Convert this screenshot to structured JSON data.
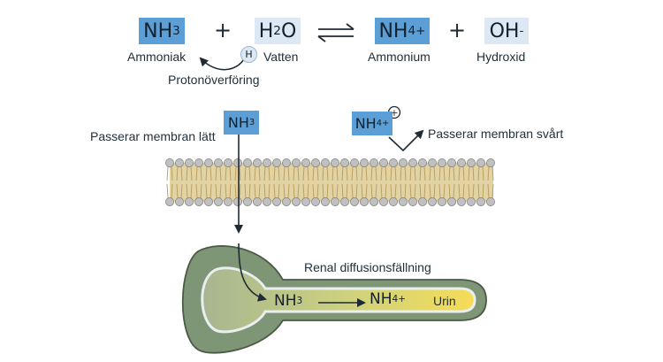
{
  "equation": {
    "reactant1": {
      "formula": "NH",
      "sub": "3",
      "label": "Ammoniak"
    },
    "plus1": "+",
    "reactant2": {
      "formula_a": "H",
      "sub": "2",
      "formula_b": "O",
      "label": "Vatten",
      "proton": "H"
    },
    "reactant2_color": "#dce9f4",
    "product1": {
      "formula": "NH",
      "sub": "4",
      "sup": "+",
      "label": "Ammonium"
    },
    "plus2": "+",
    "product2": {
      "formula": "OH",
      "sup": "-",
      "label": "Hydroxid"
    },
    "proton_transfer_label": "Protonöverföring"
  },
  "membrane": {
    "nh3": {
      "formula": "NH",
      "sub": "3",
      "note": "Passerar membran lätt"
    },
    "nh4": {
      "formula": "NH",
      "sub": "4",
      "sup": "+",
      "charge": "+",
      "note": "Passerar membran svårt"
    }
  },
  "tubule": {
    "title": "Renal diffusionsfällning",
    "nh3": {
      "formula": "NH",
      "sub": "3"
    },
    "nh4": {
      "formula": "NH",
      "sub": "4",
      "sup": "+"
    },
    "urine": "Urin"
  },
  "colors": {
    "chip_blue": "#5c9fd6",
    "chip_light": "#dce9f4",
    "membrane_head": "#c0c0c0",
    "membrane_tail": "#e2d3a4",
    "tubule_wall": "#7e9576",
    "tubule_lumen_start": "#aab996",
    "tubule_lumen_end": "#f3dd63"
  }
}
